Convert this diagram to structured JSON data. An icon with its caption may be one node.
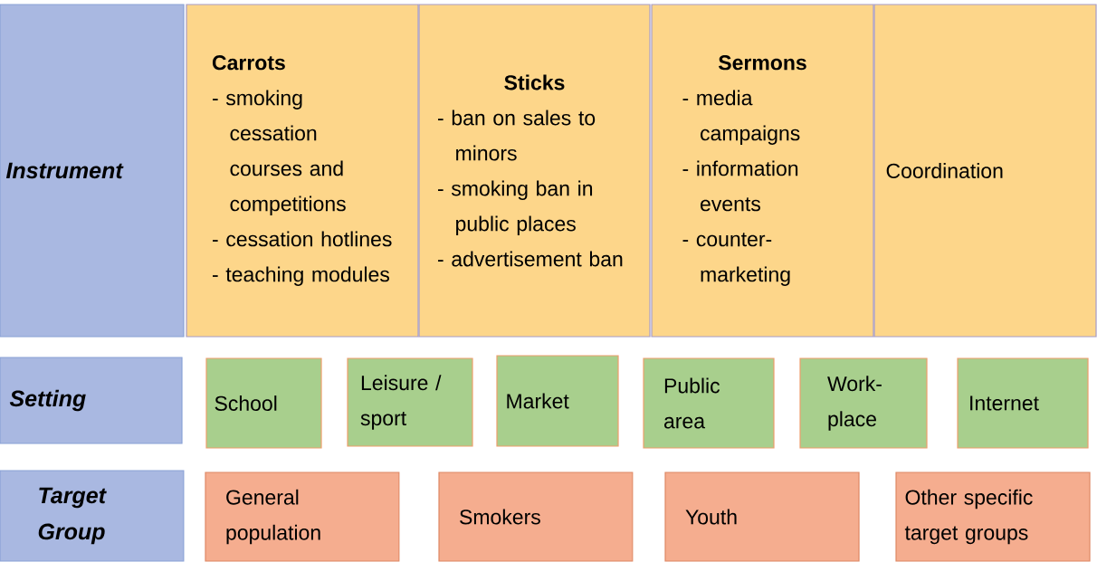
{
  "diagram": {
    "nodes": [
      {
        "text": [
          "Instrument"
        ]
      },
      {
        "text": [
          "Carrots",
          "- smoking cessation courses and competitions",
          "- cessation hotlines",
          "- teaching modules"
        ]
      },
      {
        "text": [
          "Sticks",
          "- ban on sales to minors",
          "- smoking ban in public places",
          "- advertisement ban"
        ]
      },
      {
        "text": [
          "Sermons",
          "- media campaigns",
          "- information events",
          "- counter-marketing"
        ]
      },
      {
        "text": [
          "Coordination"
        ]
      },
      {
        "text": [
          "Setting"
        ]
      },
      {
        "text": [
          "School"
        ]
      },
      {
        "text": [
          "Leisure / sport"
        ]
      },
      {
        "text": [
          "Market"
        ]
      },
      {
        "text": [
          "Public area"
        ]
      },
      {
        "text": [
          "Work-place"
        ]
      },
      {
        "text": [
          "Internet"
        ]
      },
      {
        "text": [
          "Target Group"
        ]
      },
      {
        "text": [
          "General population"
        ]
      },
      {
        "text": [
          "Smokers"
        ]
      },
      {
        "text": [
          "Youth"
        ]
      },
      {
        "text": [
          "Other specific target groups"
        ]
      }
    ]
  }
}
